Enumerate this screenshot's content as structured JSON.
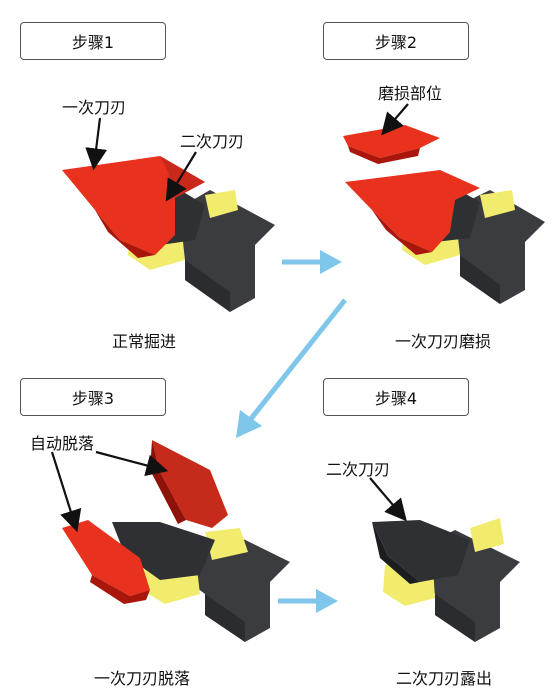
{
  "steps": [
    {
      "label": "步骤1",
      "caption": "正常掘进",
      "callouts": {
        "primary_blade": "一次刀刃",
        "secondary_blade": "二次刀刃"
      }
    },
    {
      "label": "步骤2",
      "caption": "一次刀刃磨损",
      "callouts": {
        "wear_part": "磨损部位"
      }
    },
    {
      "label": "步骤3",
      "caption": "一次刀刃脱落",
      "callouts": {
        "auto_detach": "自动脱落"
      }
    },
    {
      "label": "步骤4",
      "caption": "二次刀刃露出",
      "callouts": {
        "secondary_blade": "二次刀刃"
      }
    }
  ],
  "colors": {
    "primary_blade": "#e8321e",
    "primary_blade_dark": "#a8160c",
    "secondary_blade": "#2e3034",
    "holder_yellow": "#f2ec6e",
    "holder_yellow_dark": "#c9c24a",
    "base_dark": "#3a3c40",
    "arrow_blue": "#7ec6ea"
  }
}
